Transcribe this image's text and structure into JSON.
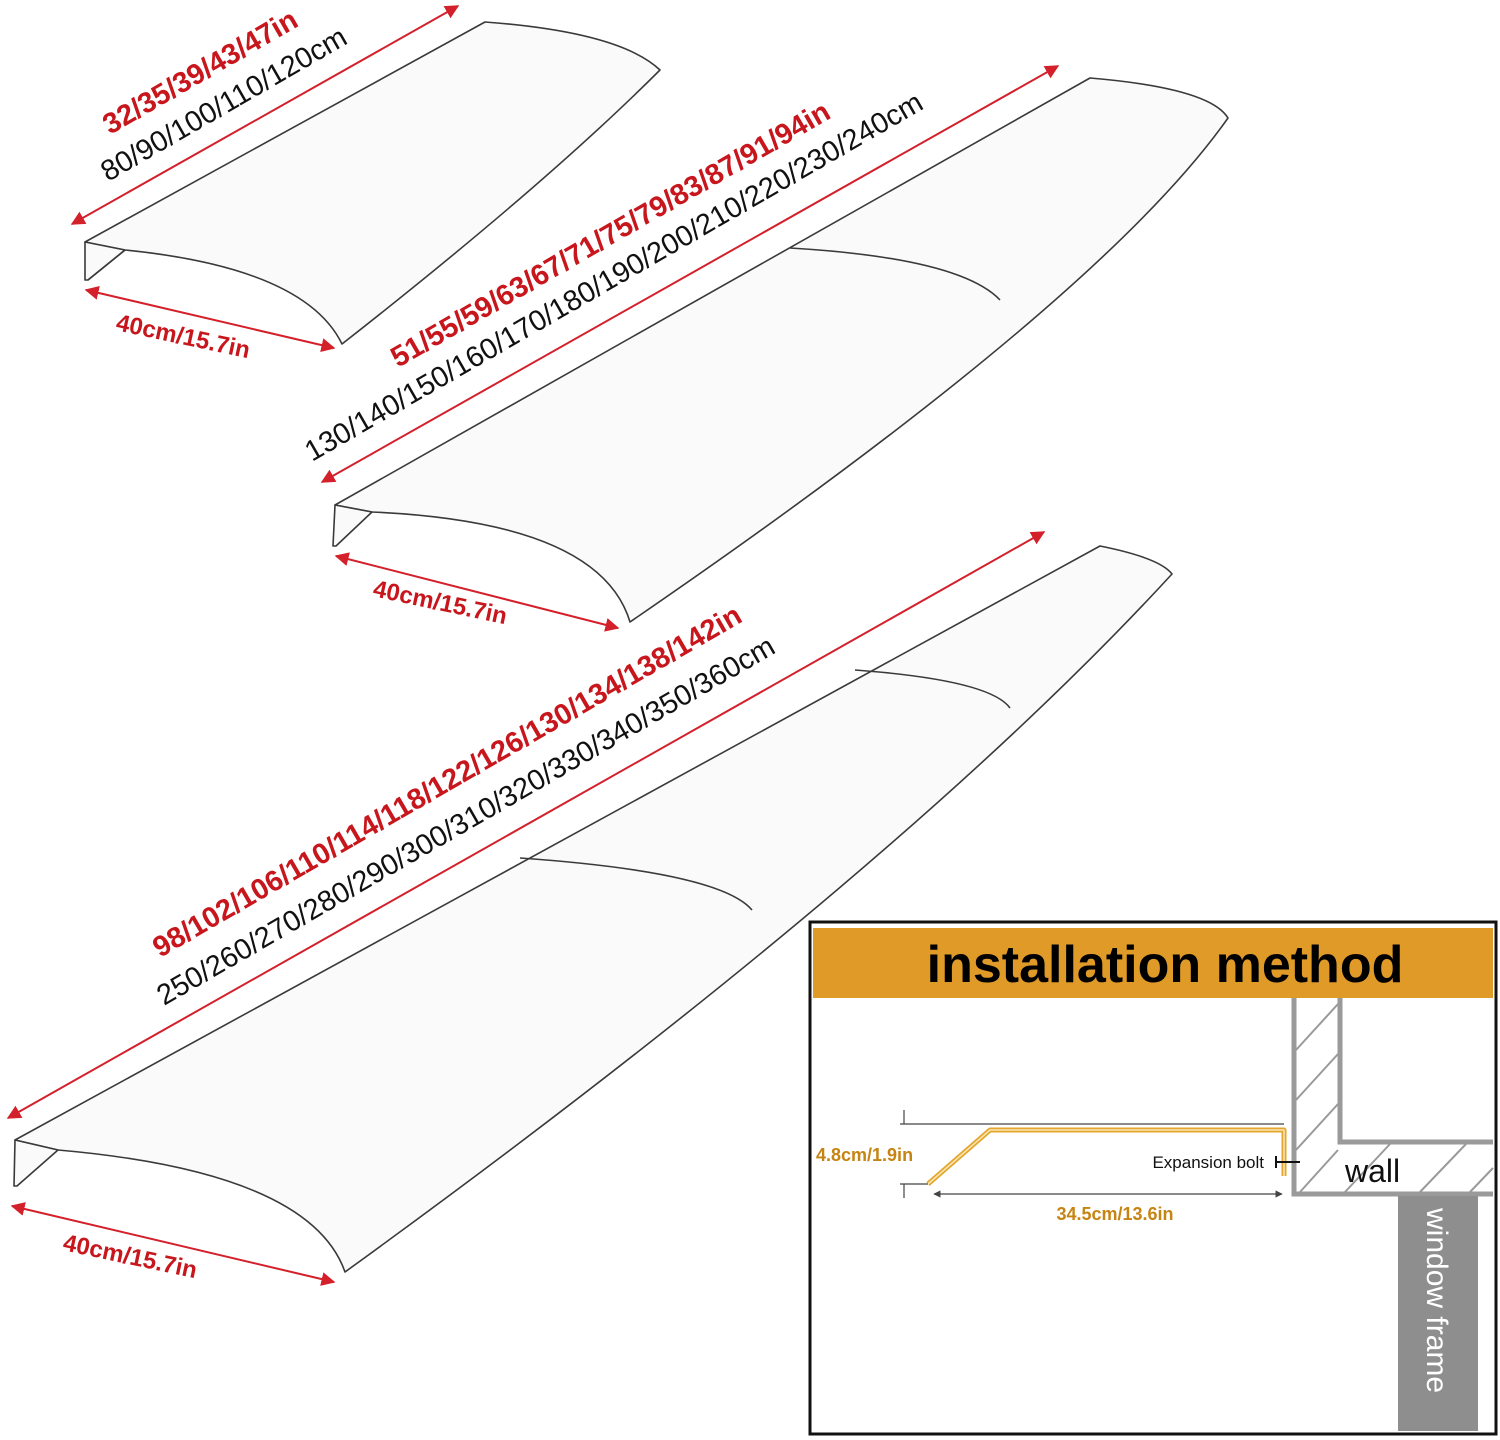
{
  "colors": {
    "inch_text": "#c8161d",
    "cm_text": "#111111",
    "dimension_arrow": "#d4202b",
    "header_band": "#e09a28",
    "bracket": "#e3a62e",
    "bracket_labels": "#c68412",
    "window_frame": "#8e8e8e"
  },
  "awnings": {
    "small": {
      "length_in": "32/35/39/43/47in",
      "length_cm": "80/90/100/110/120cm",
      "depth": "40cm/15.7in"
    },
    "medium": {
      "length_in": "51/55/59/63/67/71/75/79/83/87/91/94in",
      "length_cm": "130/140/150/160/170/180/190/200/210/220/230/240cm",
      "depth": "40cm/15.7in"
    },
    "large": {
      "length_in": "98/102/106/110/114/118/122/126/130/134/138/142in",
      "length_cm": "250/260/270/280/290/300/310/320/330/340/350/360cm",
      "depth": "40cm/15.7in"
    }
  },
  "installation": {
    "title": "installation method",
    "height_label": "4.8cm/1.9in",
    "depth_label": "34.5cm/13.6in",
    "bolt_label": "Expansion bolt",
    "wall_label": "wall",
    "window_frame_label": "window frame"
  }
}
